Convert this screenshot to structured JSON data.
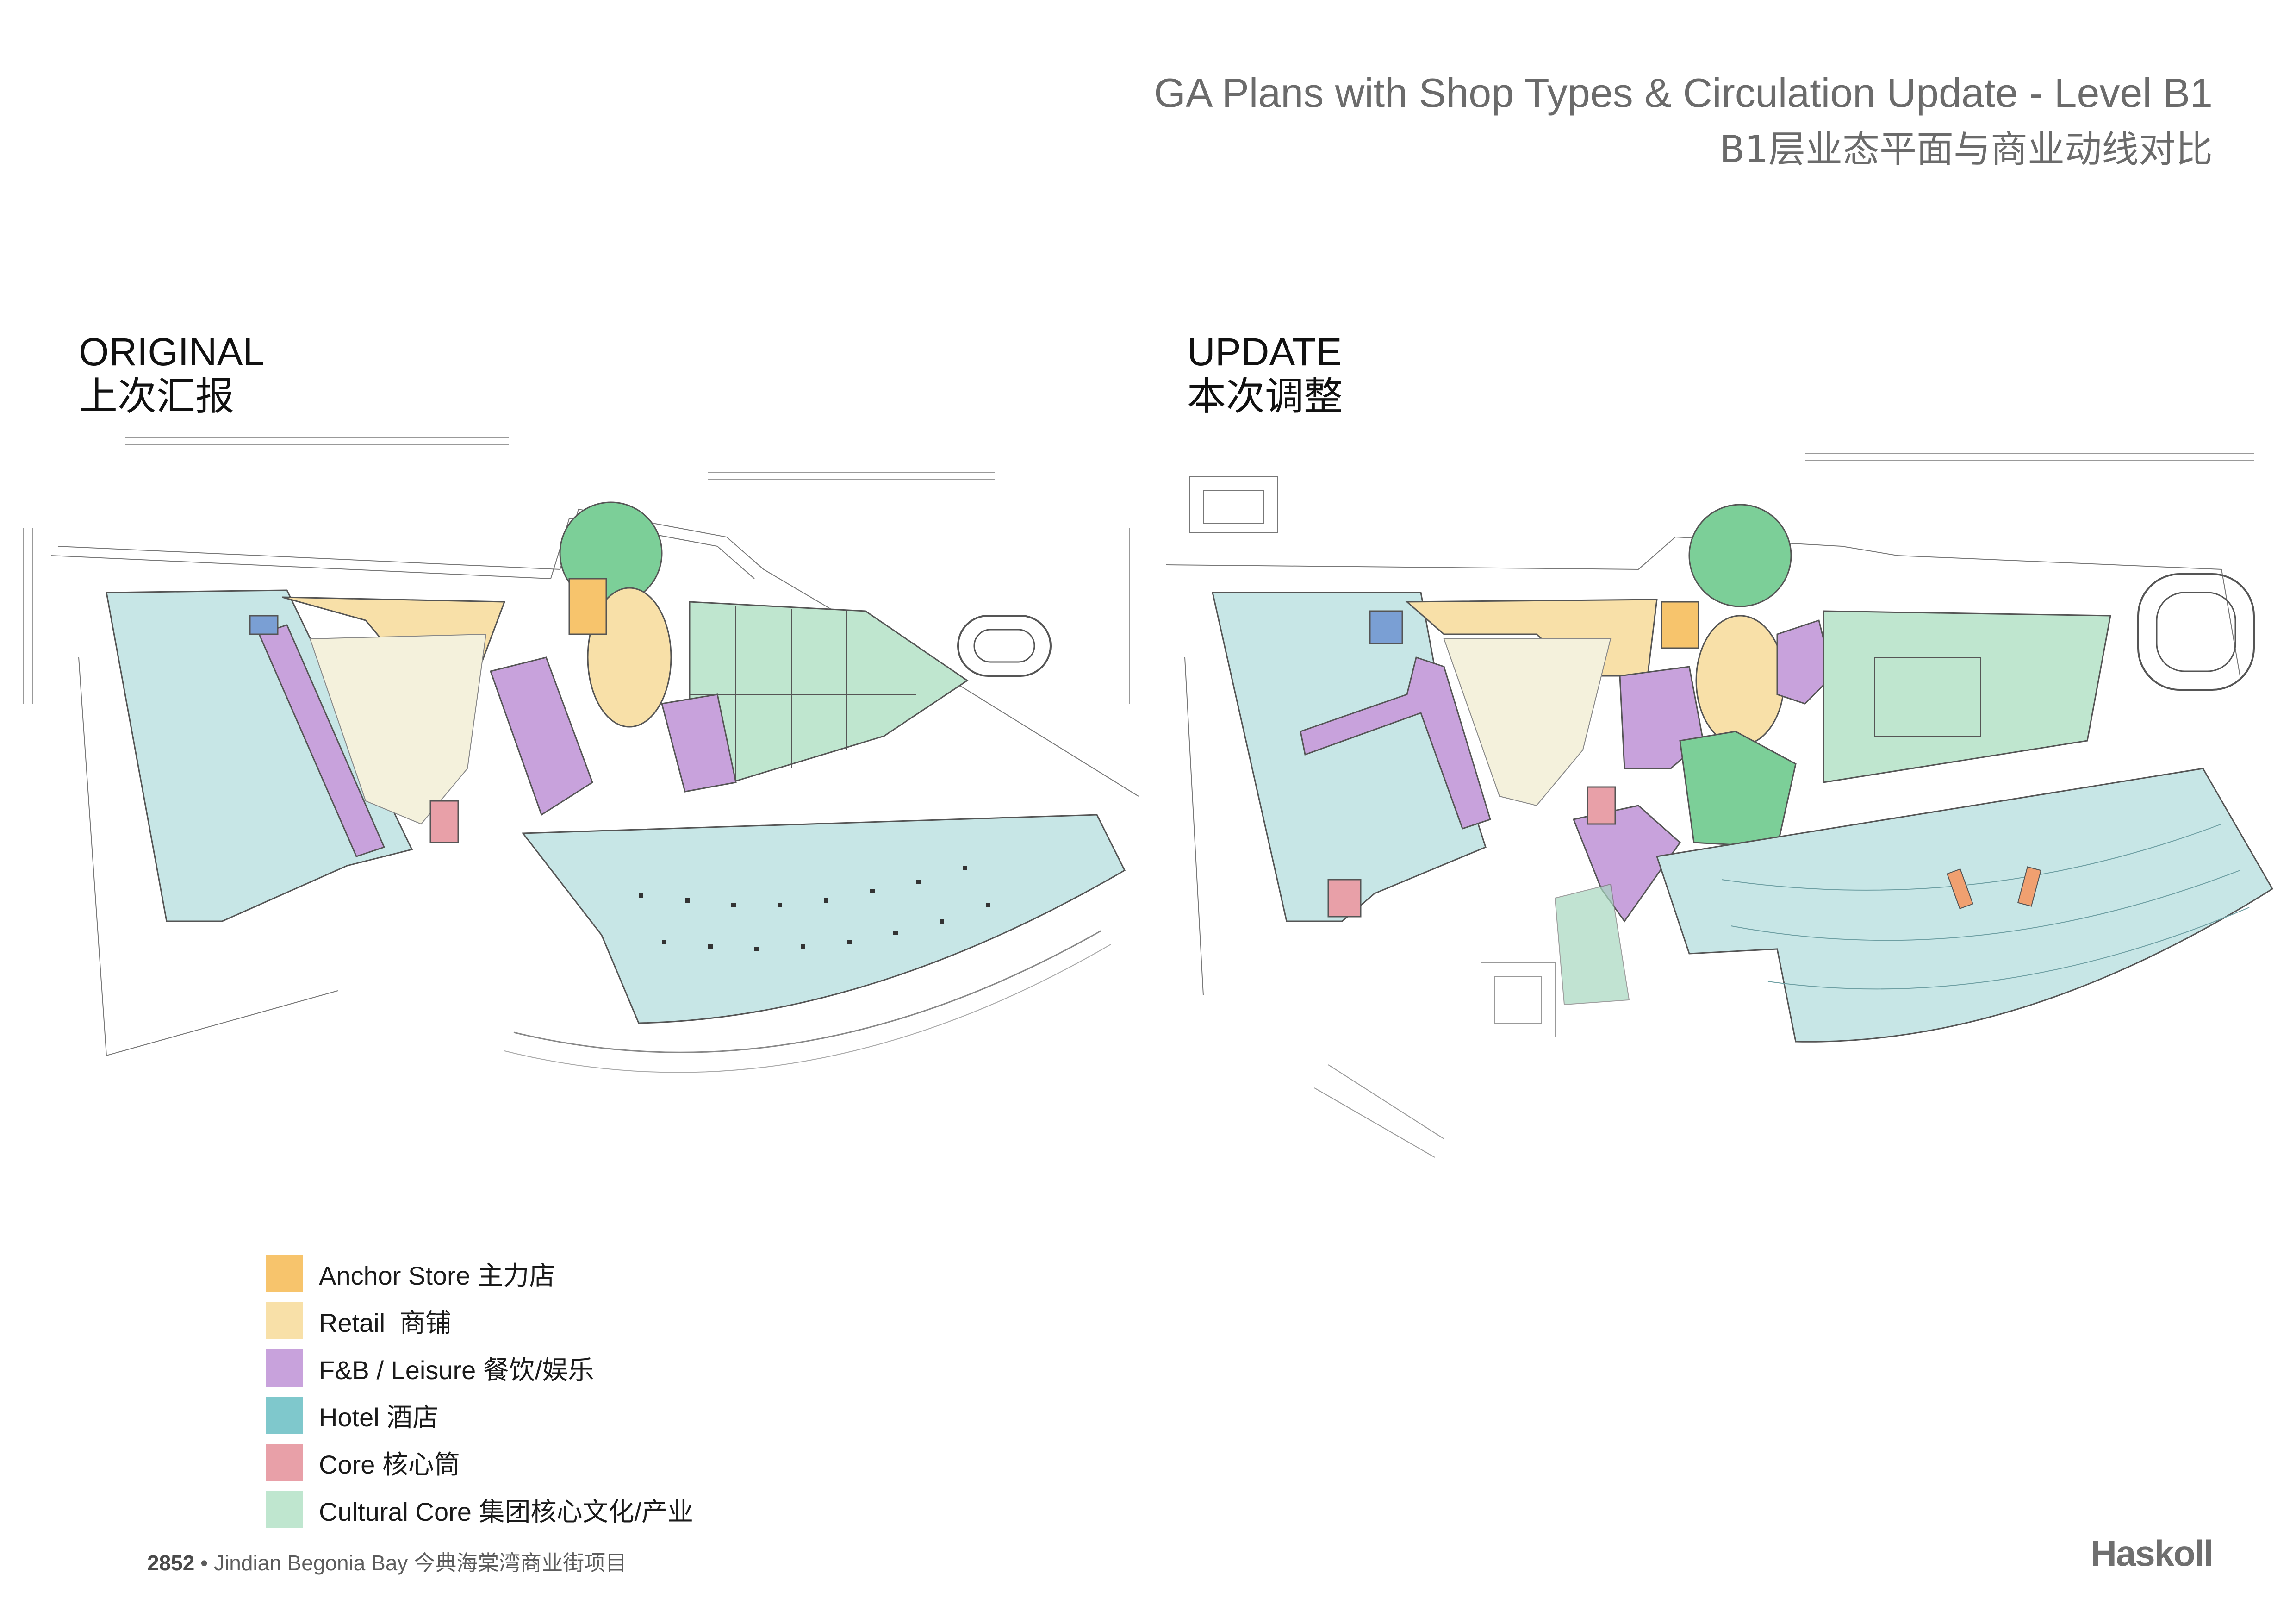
{
  "header": {
    "title_en": "GA Plans with Shop Types & Circulation Update - Level B1",
    "title_cn": "B1层业态平面与商业动线对比"
  },
  "plans": {
    "original": {
      "label_en": "ORIGINAL",
      "label_cn": "上次汇报"
    },
    "update": {
      "label_en": "UPDATE",
      "label_cn": "本次调整"
    }
  },
  "legend": [
    {
      "label": "Anchor Store 主力店",
      "color": "#f7c46c"
    },
    {
      "label": "Retail  商铺",
      "color": "#f8e0a8"
    },
    {
      "label": "F&B / Leisure 餐饮/娱乐",
      "color": "#c8a2dc"
    },
    {
      "label": "Hotel 酒店",
      "color": "#7fc8cc"
    },
    {
      "label": "Core 核心筒",
      "color": "#e8a0a8"
    },
    {
      "label": "Cultural Core 集团核心文化/产业",
      "color": "#bfe6cf"
    }
  ],
  "colors": {
    "anchor": "#f7c46c",
    "retail": "#f8e0a8",
    "fnb": "#c8a2dc",
    "hotel": "#bfe0e0",
    "core": "#e8a0a8",
    "cultural": "#bfe6cf",
    "blue_core": "#7a9fd4",
    "circulation": "#f4f1dc"
  },
  "footer": {
    "project_number": "2852",
    "project_name": "Jindian Begonia Bay 今典海棠湾商业街项目",
    "brand": "Haskoll"
  }
}
